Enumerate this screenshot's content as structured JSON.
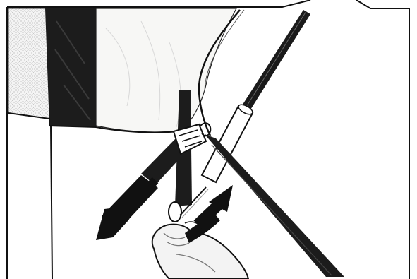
{
  "illustration": {
    "icons": [
      "tent-fabric-panel",
      "mesh-panel",
      "webbing-strap",
      "strap-buckle",
      "tent-pole",
      "pole-sleeve",
      "cord-loop",
      "pull-arrow",
      "push-arrow",
      "hand"
    ],
    "colors": {
      "background": "#ffffff",
      "ink": "#111111",
      "strap": "#1c1c1c",
      "fabric": "#f7f7f5",
      "mesh": "#ececec",
      "skin": "#f3f3f3"
    }
  }
}
